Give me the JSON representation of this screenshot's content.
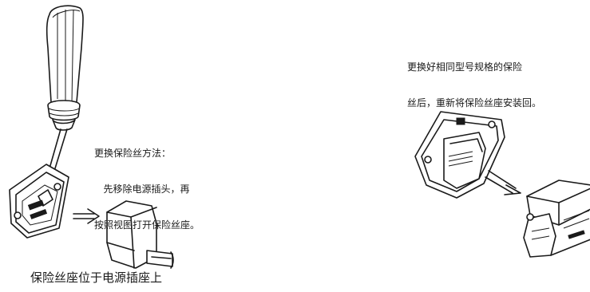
{
  "left_instructions": {
    "title": "更换保险丝方法：",
    "line1": "   先移除电源插头，再",
    "line2": "按照视图打开保险丝座。"
  },
  "right_instructions": {
    "line1": "更换好相同型号规格的保险",
    "line2": "丝后，重新将保险丝座安装回。"
  },
  "caption": "保险丝座位于电源插座上",
  "icons": [
    "screwdriver-icon",
    "fuse-holder-open-icon",
    "arrow-icon",
    "power-socket-icon",
    "fuse-holder-frame-icon",
    "fuse-drawer-icon"
  ]
}
